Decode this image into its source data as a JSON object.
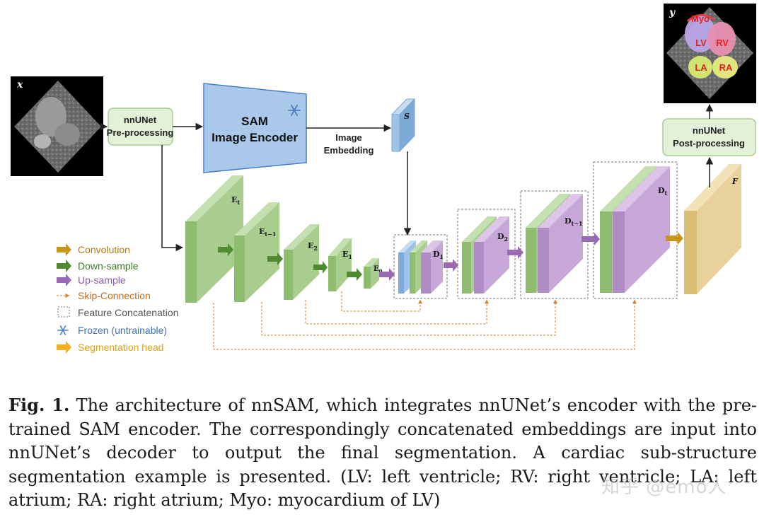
{
  "input_label": "x",
  "output_label": "y",
  "preprocess": {
    "line1": "nnUNet",
    "line2": "Pre-processing"
  },
  "postprocess": {
    "line1": "nnUNet",
    "line2": "Post-processing"
  },
  "sam": {
    "line1": "SAM",
    "line2": "Image Encoder",
    "icon": "snowflake-icon"
  },
  "embedding": {
    "line1": "Image",
    "line2": "Embedding",
    "block": "S"
  },
  "encoder": {
    "e_t": "E",
    "e_t_sub": "t",
    "e_t1": "E",
    "e_t1_sub": "t−1",
    "e_2": "E",
    "e_2_sub": "2",
    "e_1": "E",
    "e_1_sub": "1",
    "e_0": "E",
    "e_0_sub": "0"
  },
  "decoder": {
    "d_1": "D",
    "d_1_sub": "1",
    "d_2": "D",
    "d_2_sub": "2",
    "d_t1": "D",
    "d_t1_sub": "t−1",
    "d_t": "D",
    "d_t_sub": "t"
  },
  "final_block": "F",
  "seg_labels": {
    "myo": "Myo",
    "lv": "LV",
    "rv": "RV",
    "la": "LA",
    "ra": "RA"
  },
  "legend": {
    "convolution": "Convolution",
    "down_sample": "Down-sample",
    "up_sample": "Up-sample",
    "skip": "Skip-Connection",
    "concat": "Feature Concatenation",
    "frozen": "Frozen (untrainable)",
    "seg_head": "Segmentation head"
  },
  "colors": {
    "green": "#a9cd8f",
    "green_dark": "#7aa860",
    "purple": "#c7a6d8",
    "blue": "#9fc3e8",
    "sam_fill": "#a9c8ea",
    "gold": "#e8d19a",
    "conv": "#c8961c",
    "down": "#4f8a30",
    "up": "#9a6ab5",
    "skip": "#d9822b",
    "frozen": "#4a7fc1",
    "seghead": "#f0b020"
  },
  "caption": {
    "fig_label": "Fig. 1.",
    "text": "The architecture of nnSAM, which integrates nnUNet’s encoder with the pre-trained SAM encoder. The correspondingly concatenated embeddings are input into nnUNet’s decoder to output the final segmentation. A cardiac sub-structure segmentation example is presented. (LV: left ventricle; RV: right ventricle; LA: left atrium; RA: right atrium; Myo: myocardium of LV)"
  },
  "watermark": "知乎 @emo人"
}
